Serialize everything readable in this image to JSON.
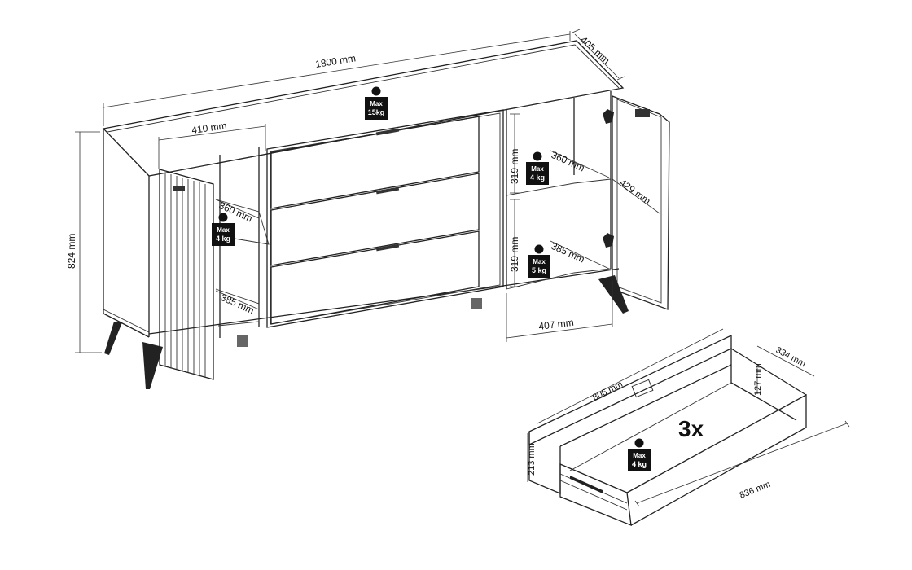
{
  "dimensions": {
    "width": "1800 mm",
    "depth": "405 mm",
    "height": "824 mm",
    "left_comp_width": "410 mm",
    "left_shelf_depth": "360 mm",
    "left_bottom_depth": "385 mm",
    "right_shelf_gap_top": "319 mm",
    "right_shelf_gap_bottom": "319 mm",
    "right_shelf_depth": "360 mm",
    "right_bottom_depth": "385 mm",
    "right_inner_height": "429 mm",
    "right_comp_width": "407 mm",
    "drawer_length": "806 mm",
    "drawer_depth": "334 mm",
    "drawer_inner_height": "127 mm",
    "drawer_front_height": "213 mm",
    "drawer_runner_length": "836 mm"
  },
  "load_badges": {
    "top": {
      "max": "Max",
      "load": "15kg"
    },
    "left_shelf": {
      "max": "Max",
      "load": "4 kg"
    },
    "right_shelf": {
      "max": "Max",
      "load": "4 kg"
    },
    "right_bottom": {
      "max": "Max",
      "load": "5 kg"
    },
    "drawer": {
      "max": "Max",
      "load": "4 kg"
    }
  },
  "drawer_quantity": "3x"
}
